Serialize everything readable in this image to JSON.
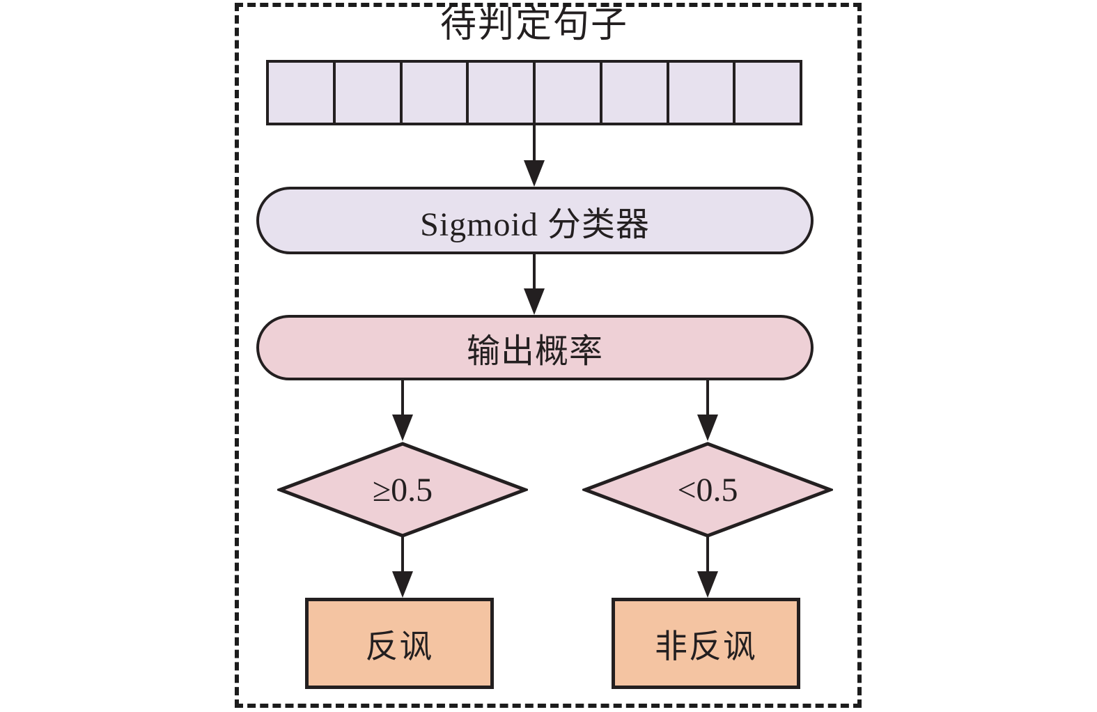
{
  "diagram": {
    "title": "待判定句子",
    "token_row": {
      "cell_count": 8
    },
    "nodes": {
      "classifier": {
        "label": "Sigmoid 分类器",
        "shape": "stadium",
        "fill": "#e7e1ee"
      },
      "probability": {
        "label": "输出概率",
        "shape": "stadium",
        "fill": "#eed0d6"
      },
      "decision_irony": {
        "label": "≥0.5",
        "shape": "diamond",
        "fill": "#eed0d6"
      },
      "decision_nonirony": {
        "label": "<0.5",
        "shape": "diamond",
        "fill": "#eed0d6"
      },
      "result_irony": {
        "label": "反讽",
        "shape": "rect",
        "fill": "#f4c4a2"
      },
      "result_nonirony": {
        "label": "非反讽",
        "shape": "rect",
        "fill": "#f4c4a2"
      }
    },
    "edges": [
      {
        "from": "token_row",
        "to": "classifier"
      },
      {
        "from": "classifier",
        "to": "probability"
      },
      {
        "from": "probability",
        "to": "decision_irony"
      },
      {
        "from": "probability",
        "to": "decision_nonirony"
      },
      {
        "from": "decision_irony",
        "to": "result_irony"
      },
      {
        "from": "decision_nonirony",
        "to": "result_nonirony"
      }
    ],
    "colors": {
      "lavender": "#e7e1ee",
      "pink": "#eed0d6",
      "peach": "#f4c4a2",
      "stroke": "#231f20",
      "frame_dash": "#1c1c1c",
      "background": "#ffffff"
    }
  }
}
